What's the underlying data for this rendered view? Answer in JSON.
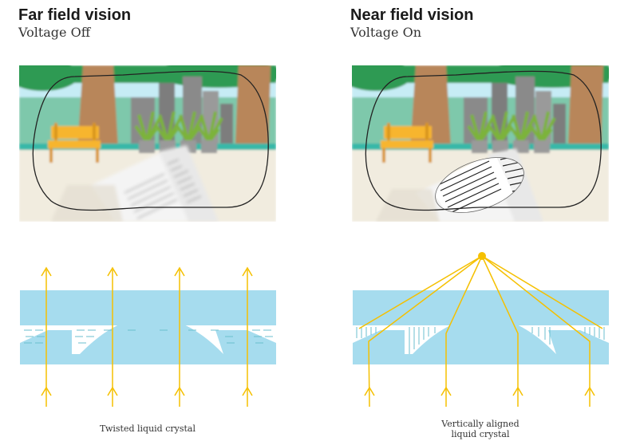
{
  "left": {
    "title": "Far field vision",
    "subtitle": "Voltage Off",
    "caption_lines": [
      "Twisted liquid crystal"
    ]
  },
  "right": {
    "title": "Near field vision",
    "subtitle": "Voltage On",
    "caption_lines": [
      "Vertically aligned",
      "liquid crystal"
    ]
  },
  "colors": {
    "glass": "#a6dcee",
    "ray": "#f5c000",
    "bench": "#f7b52e",
    "sky": "#c6ecf5",
    "trunk": "#b8865a",
    "foliage": "#2f9a53",
    "building": "#8a8a8a",
    "ground": "#f1ecdf"
  },
  "icons": {
    "scene": "park-scene-with-book-illustration",
    "lens_outline": "lens-outline-icon"
  }
}
